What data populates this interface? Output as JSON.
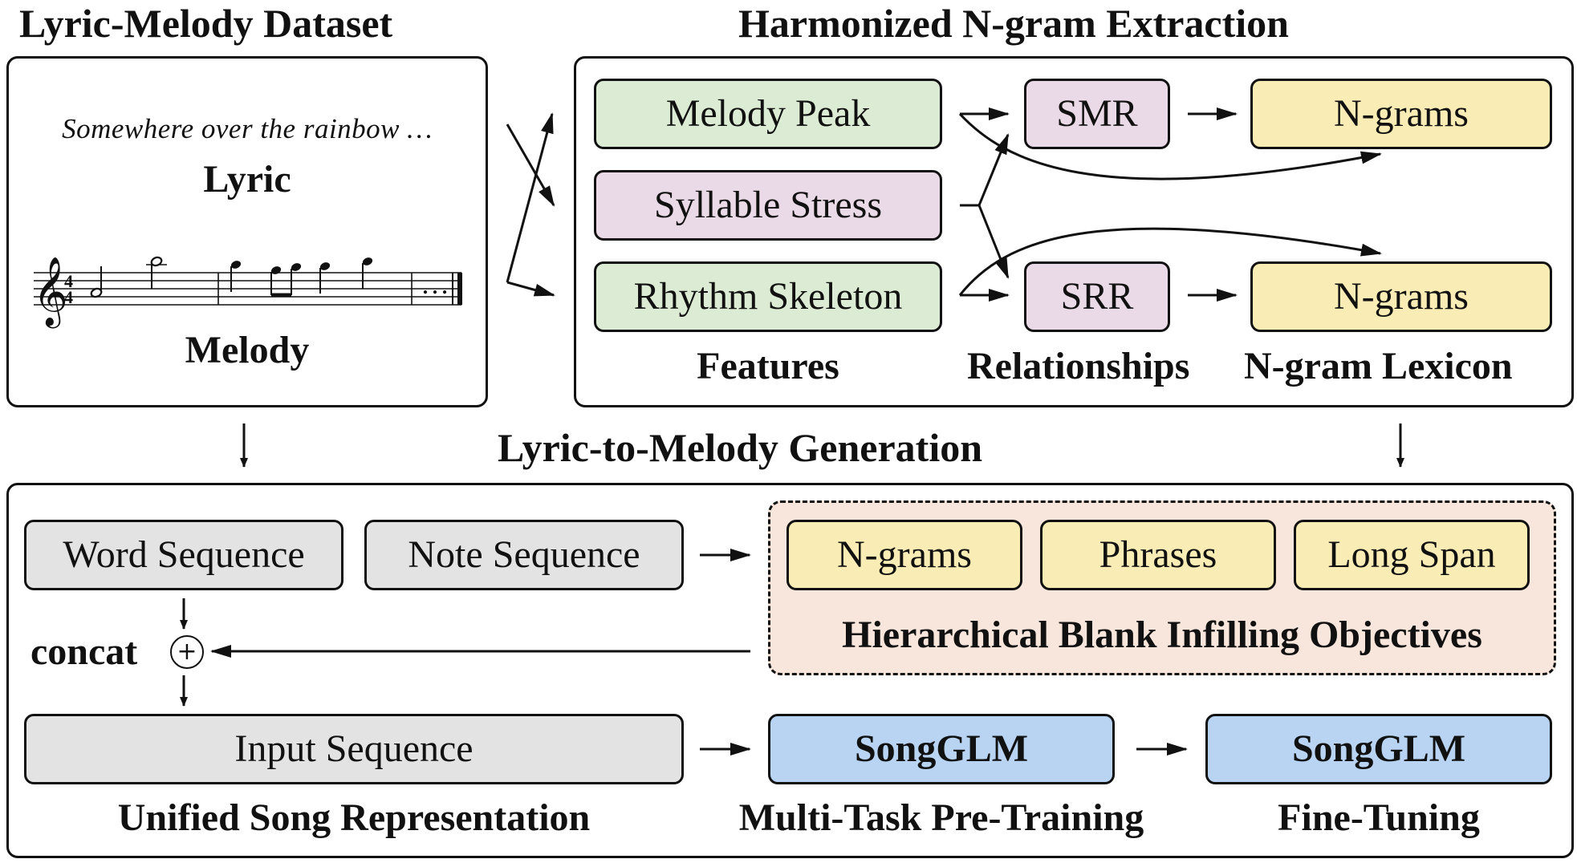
{
  "dataset": {
    "title": "Lyric-Melody Dataset",
    "lyric_example": "Somewhere over the rainbow …",
    "lyric_label": "Lyric",
    "melody_label": "Melody",
    "score_ellipsis": "…"
  },
  "extraction": {
    "title": "Harmonized N-gram Extraction",
    "features": [
      "Melody Peak",
      "Syllable Stress",
      "Rhythm Skeleton"
    ],
    "relationships": [
      "SMR",
      "SRR"
    ],
    "ngrams": [
      "N-grams",
      "N-grams"
    ],
    "label_features": "Features",
    "label_relationships": "Relationships",
    "label_lexicon": "N-gram Lexicon"
  },
  "generation": {
    "title": "Lyric-to-Melody Generation",
    "word_sequence": "Word Sequence",
    "note_sequence": "Note Sequence",
    "objectives": [
      "N-grams",
      "Phrases",
      "Long Span"
    ],
    "objectives_label": "Hierarchical Blank Infilling Objectives",
    "concat_label": "concat",
    "concat_symbol": "+",
    "input_sequence": "Input Sequence",
    "model_pretrain": "SongGLM",
    "model_finetune": "SongGLM",
    "label_representation": "Unified Song Representation",
    "label_pretrain": "Multi-Task Pre-Training",
    "label_finetune": "Fine-Tuning"
  },
  "colors": {
    "feature_green": "#dcebd3",
    "relation_purple": "#ead9e7",
    "ngram_yellow": "#f9ecb4",
    "sequence_gray": "#e3e3e3",
    "model_blue": "#b8d4f2",
    "objectives_bg": "#f8e5db"
  },
  "icons": [
    "treble-clef-icon",
    "circled-plus-icon"
  ]
}
